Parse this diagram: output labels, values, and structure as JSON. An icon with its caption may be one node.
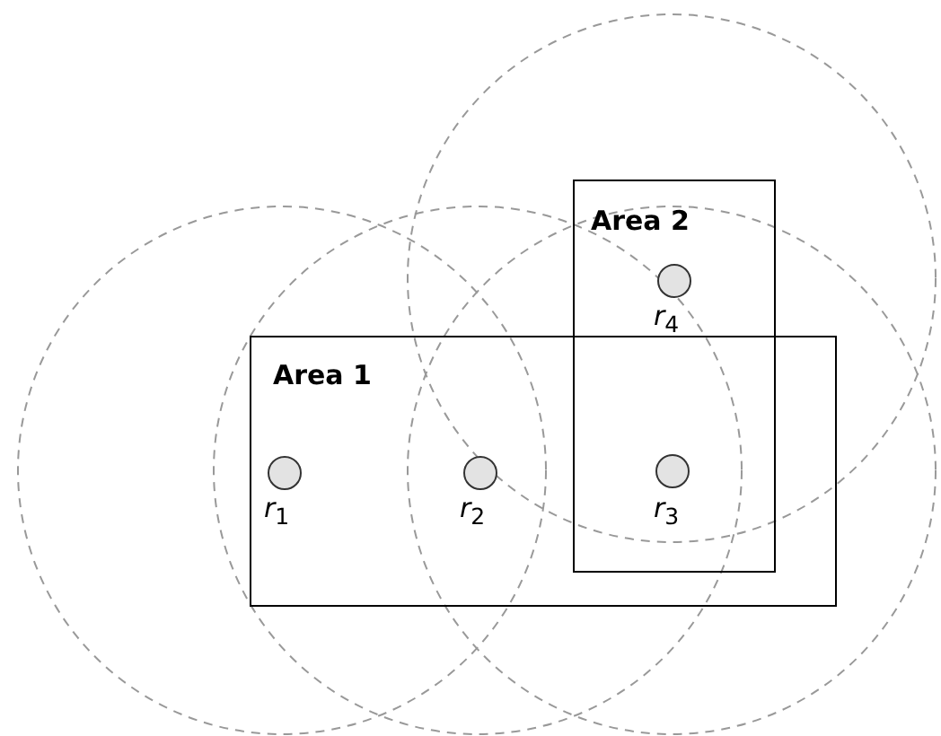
{
  "diagram": {
    "nodes": [
      {
        "text": [
          "Area 1"
        ]
      },
      {
        "text": [
          "Area 2"
        ]
      },
      {
        "text": [],
        "shape": "circle",
        "beside": [
          "*r*$_{1}$"
        ],
        "in": 0
      },
      {
        "text": [],
        "shape": "circle",
        "beside": [
          "*r*$_{2}$"
        ],
        "in": 0
      },
      {
        "text": [],
        "shape": "circle",
        "beside": [
          "*r*$_{3}$"
        ]
      },
      {
        "text": [],
        "shape": "circle",
        "beside": [
          "*r*$_{4}$"
        ],
        "in": 1
      }
    ]
  }
}
